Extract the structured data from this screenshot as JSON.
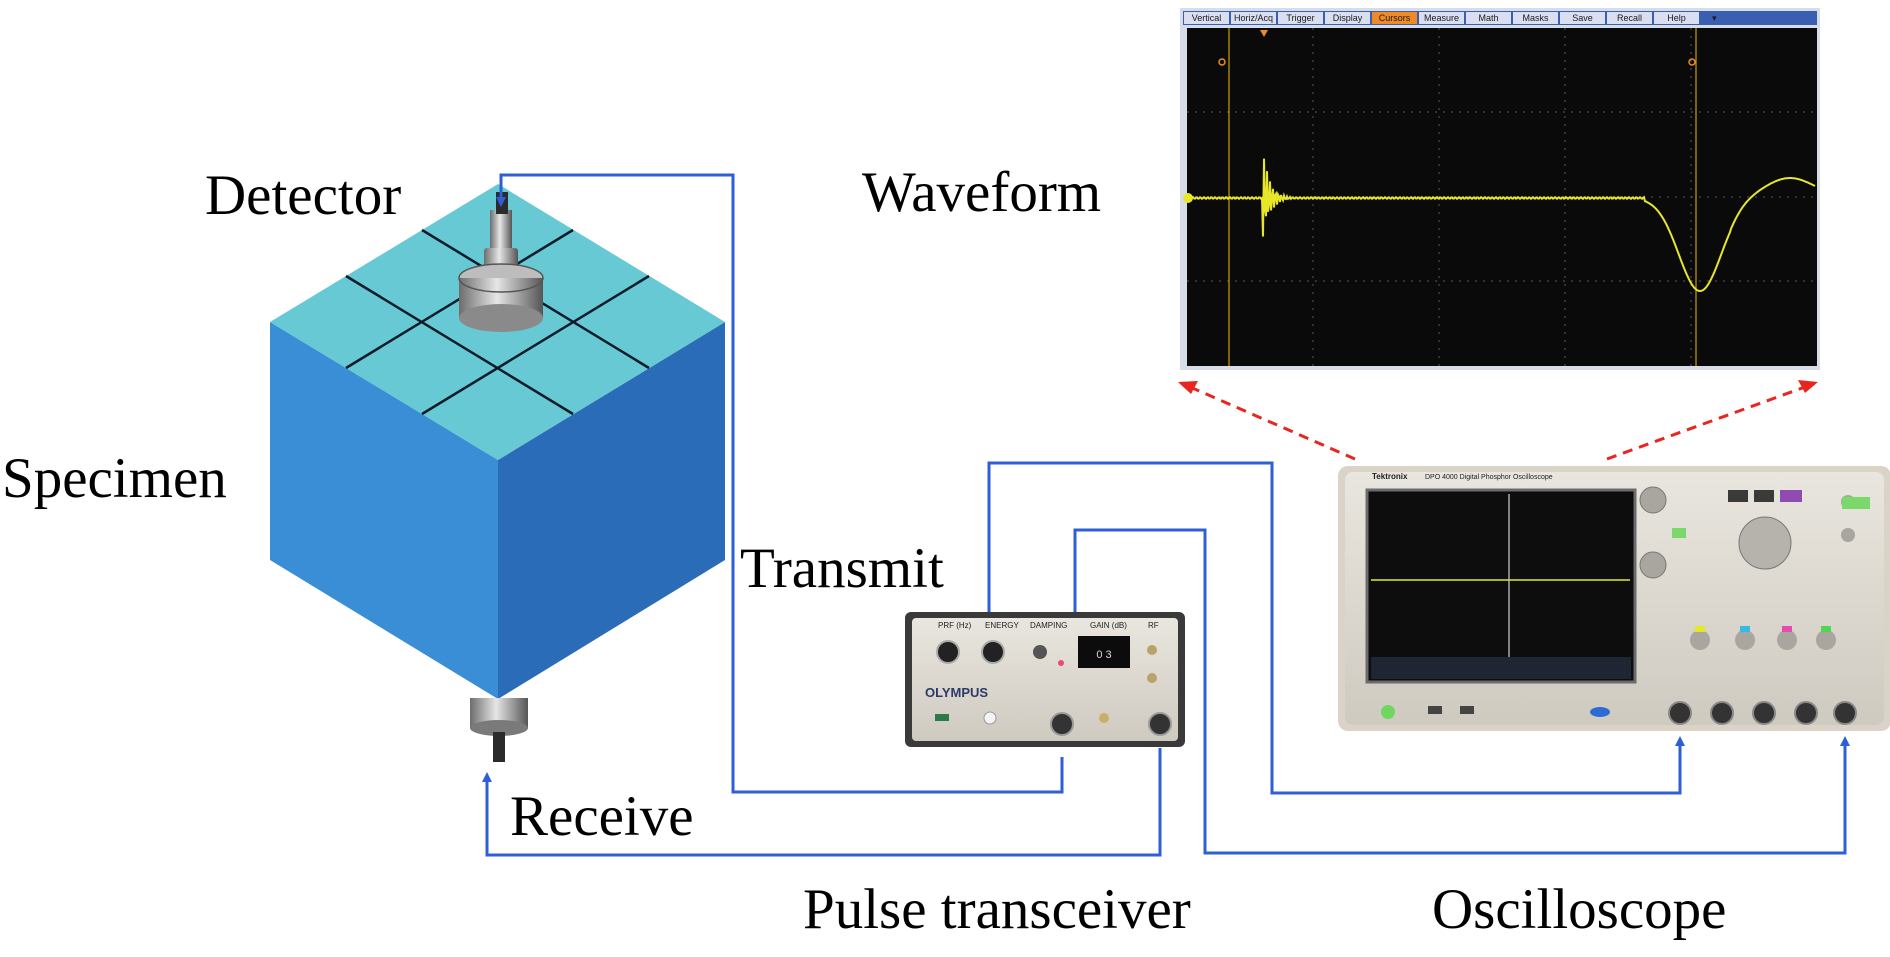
{
  "labels": {
    "detector": "Detector",
    "specimen": "Specimen",
    "waveform": "Waveform",
    "transmit": "Transmit",
    "receive": "Receive",
    "pulse_transceiver": "Pulse transceiver",
    "oscilloscope": "Oscilloscope"
  },
  "scope_menu": [
    "Vertical",
    "Horiz/Acq",
    "Trigger",
    "Display",
    "Cursors",
    "Measure",
    "Math",
    "Masks",
    "Save",
    "Recall",
    "Help"
  ],
  "scope_menu_active": "Cursors",
  "transceiver": {
    "brand": "OLYMPUS",
    "knob_labels": [
      "PRF (Hz)",
      "ENERGY",
      "DAMPING",
      "GAIN (dB)",
      "RF"
    ],
    "display": "0 3"
  },
  "oscilloscope_device": {
    "brand": "Tektronix",
    "model": "DPO 4000 Digital Phosphor Oscilloscope"
  },
  "colors": {
    "wire": "#2e5fd6",
    "arrow_dashed": "#e8261f",
    "specimen_top": "#66c9d3",
    "specimen_front": "#2f86cf",
    "specimen_side": "#2a6fb5",
    "trace": "#e8e629",
    "screen": "#0a0a0a",
    "menu_bg": "#3a5fb0",
    "menu_active": "#f08a24"
  },
  "icons": [
    "transducer-icon",
    "transceiver-device-icon",
    "oscilloscope-device-icon"
  ]
}
